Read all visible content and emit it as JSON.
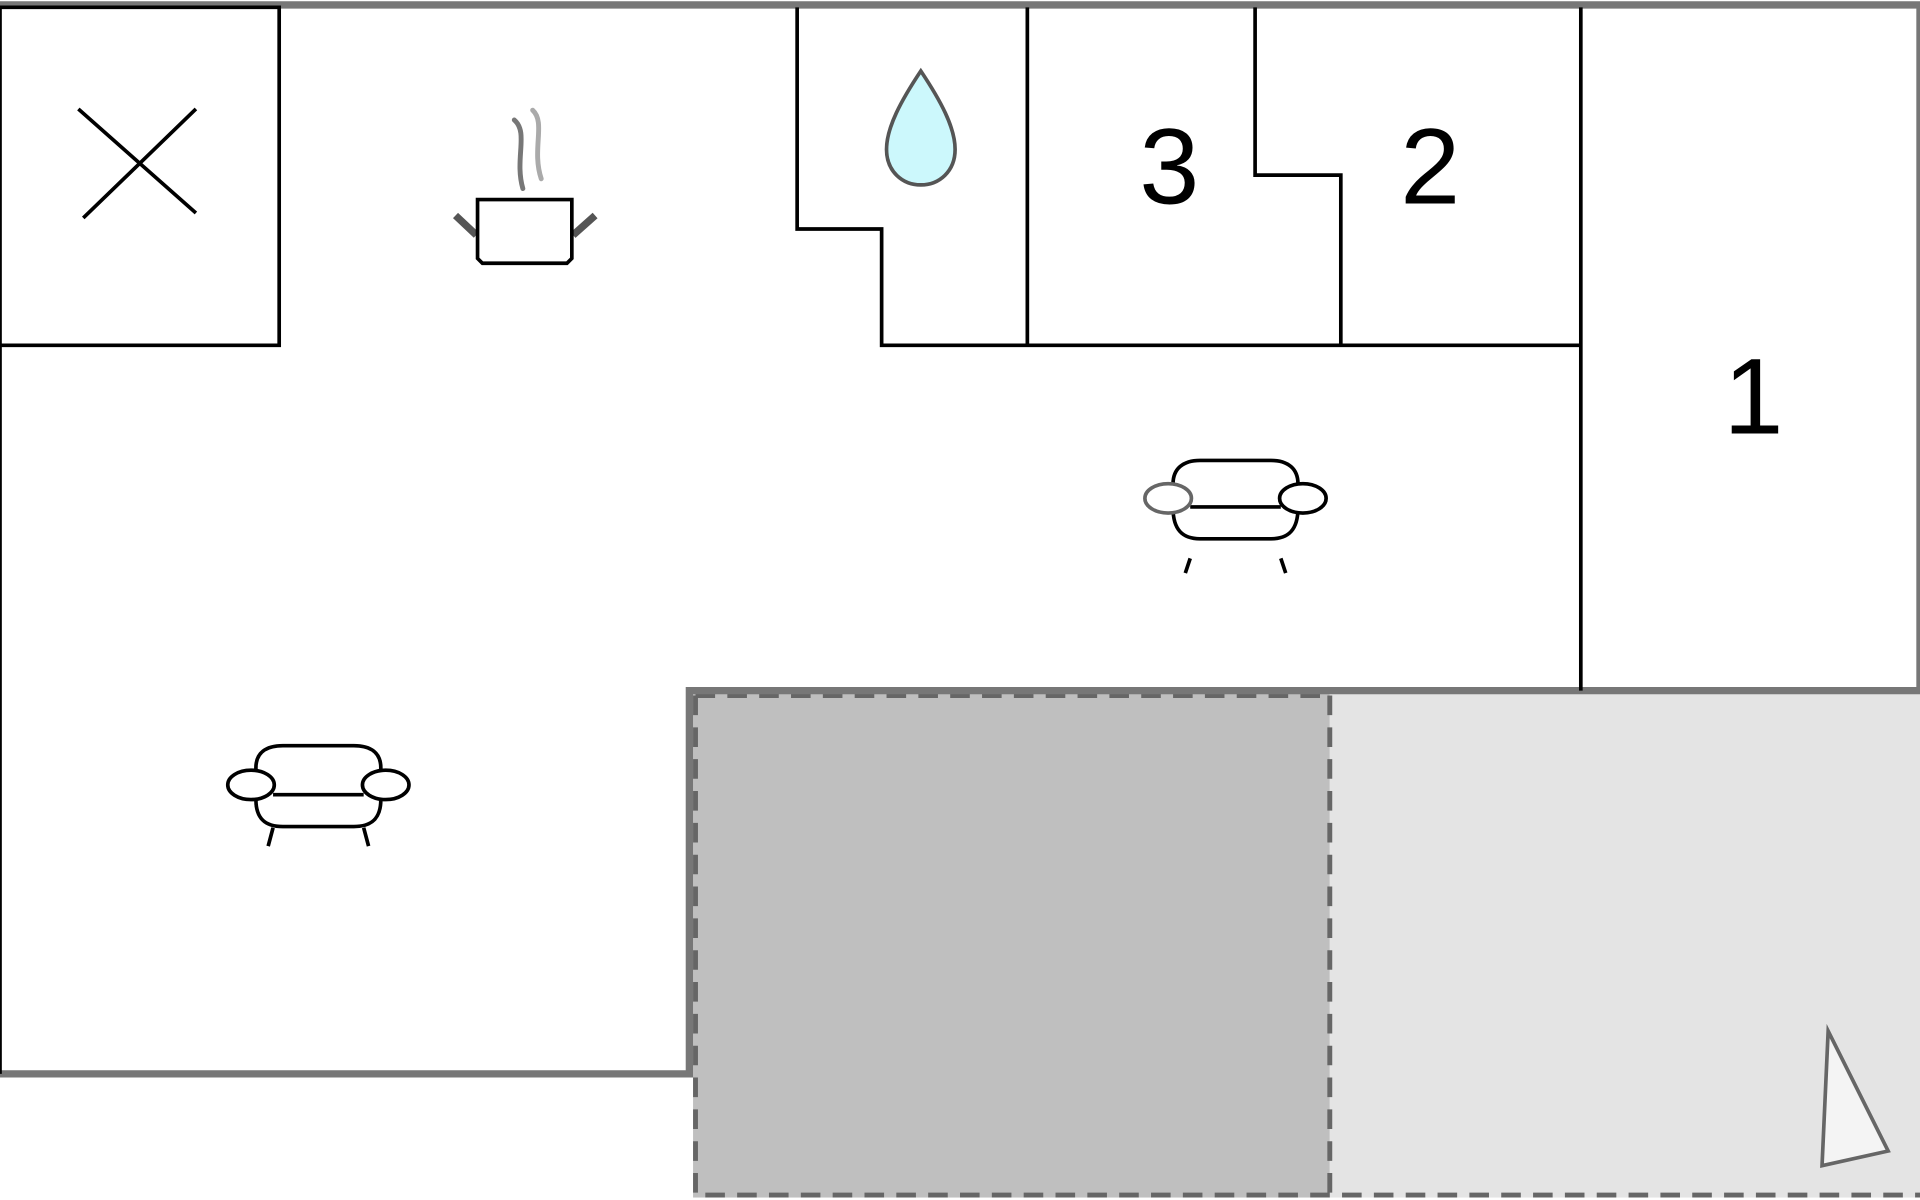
{
  "floorplan": {
    "rooms": [
      {
        "label": "3",
        "type": "bedroom"
      },
      {
        "label": "2",
        "type": "bedroom"
      },
      {
        "label": "1",
        "type": "bedroom"
      }
    ],
    "icons": [
      "x-mark-icon",
      "cooking-pot-icon",
      "water-drop-icon",
      "sofa-icon",
      "sofa-icon",
      "compass-arrow-icon"
    ],
    "colors": {
      "wall": "#000000",
      "outer_wall": "#777777",
      "terrace_covered": "#bfbfbf",
      "terrace_open": "#e4e4e4",
      "water": "#ccf8fc"
    }
  }
}
